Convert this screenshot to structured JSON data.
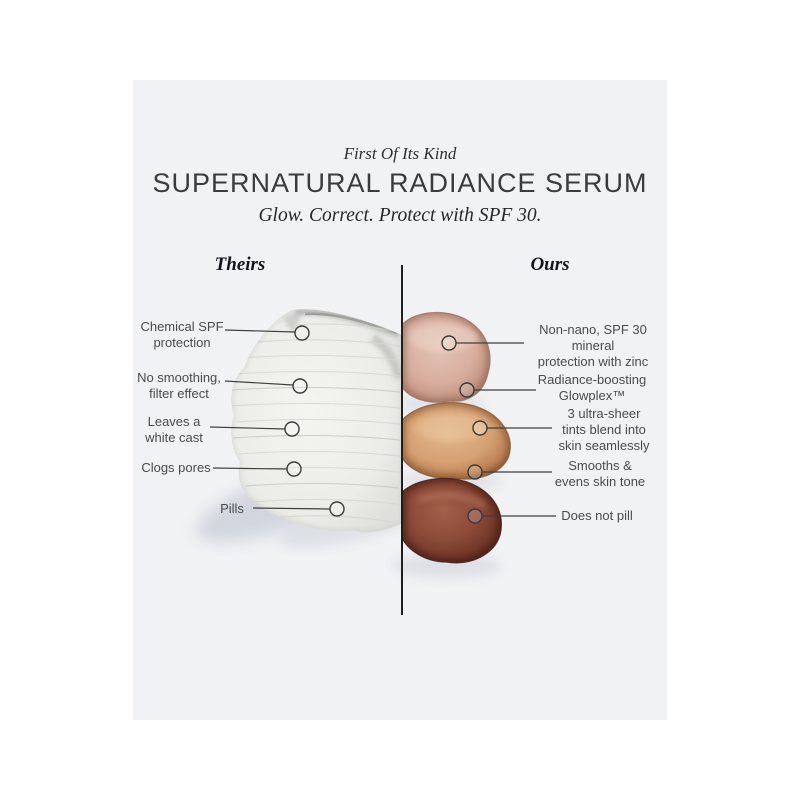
{
  "header": {
    "tagline": "First Of Its Kind",
    "title": "SUPERNATURAL RADIANCE SERUM",
    "subtitle": "Glow. Correct. Protect with SPF 30."
  },
  "comparison": {
    "theirs": {
      "heading": "Theirs",
      "swatch": "white-chemical-spf-smear",
      "callouts": [
        {
          "label": "Chemical SPF\nprotection"
        },
        {
          "label": "No smoothing,\nfilter effect"
        },
        {
          "label": "Leaves a\nwhite cast"
        },
        {
          "label": "Clogs pores"
        },
        {
          "label": "Pills"
        }
      ]
    },
    "ours": {
      "heading": "Ours",
      "swatch": "three-tinted-serum-drops",
      "callouts": [
        {
          "label": "Non-nano, SPF 30 mineral\nprotection with zinc"
        },
        {
          "label": "Radiance-boosting\nGlowplex™"
        },
        {
          "label": "3 ultra-sheer\ntints blend into\nskin seamlessly"
        },
        {
          "label": "Smooths &\nevens skin tone"
        },
        {
          "label": "Does not pill"
        }
      ]
    }
  },
  "colors": {
    "page_bg": "#ffffff",
    "panel_bg": "#f1f2f4",
    "divider": "#1f1f1f",
    "callout_text": "#4b4b4b",
    "title_text": "#3b3b3b",
    "theirs_cream": "#ebebe8",
    "ours_shade_light": "#dcb5a6",
    "ours_shade_medium": "#d6a173",
    "ours_shade_deep": "#8f4e3c"
  }
}
